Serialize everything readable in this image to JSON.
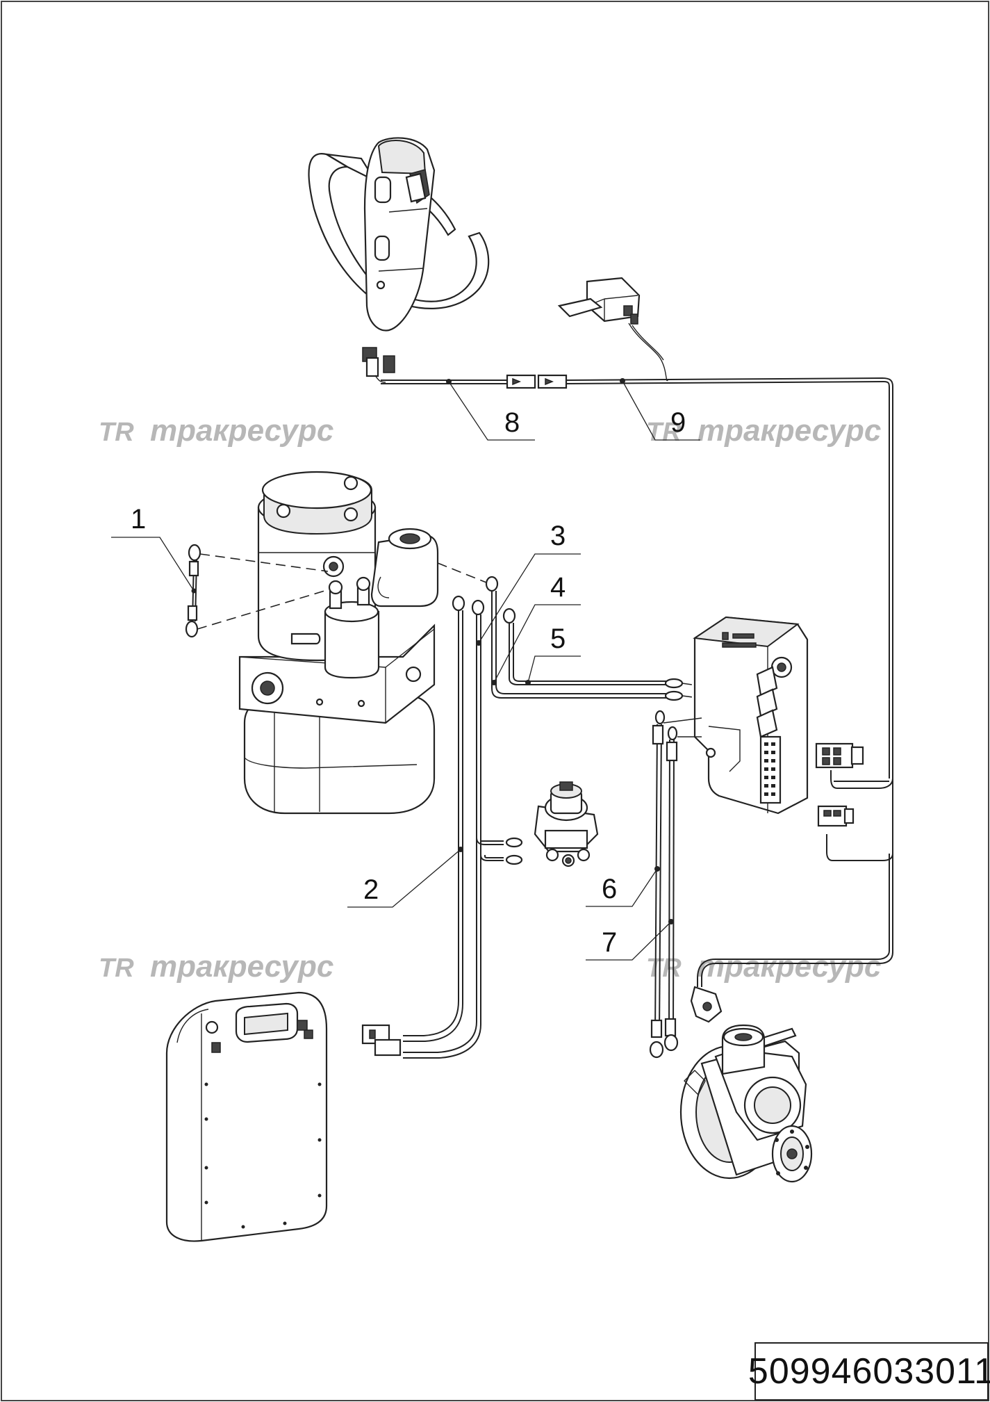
{
  "drawing": {
    "part_number": "509946033011",
    "watermark": {
      "logo": "TR",
      "text": "тракресурс"
    },
    "callouts": [
      "1",
      "2",
      "3",
      "4",
      "5",
      "6",
      "7",
      "8",
      "9"
    ]
  },
  "components": [
    "tiller-handle-icon",
    "micro-switch-icon",
    "hydraulic-pump-unit-icon",
    "controller-icon",
    "key-switch-icon",
    "battery-icon",
    "drive-motor-icon"
  ]
}
